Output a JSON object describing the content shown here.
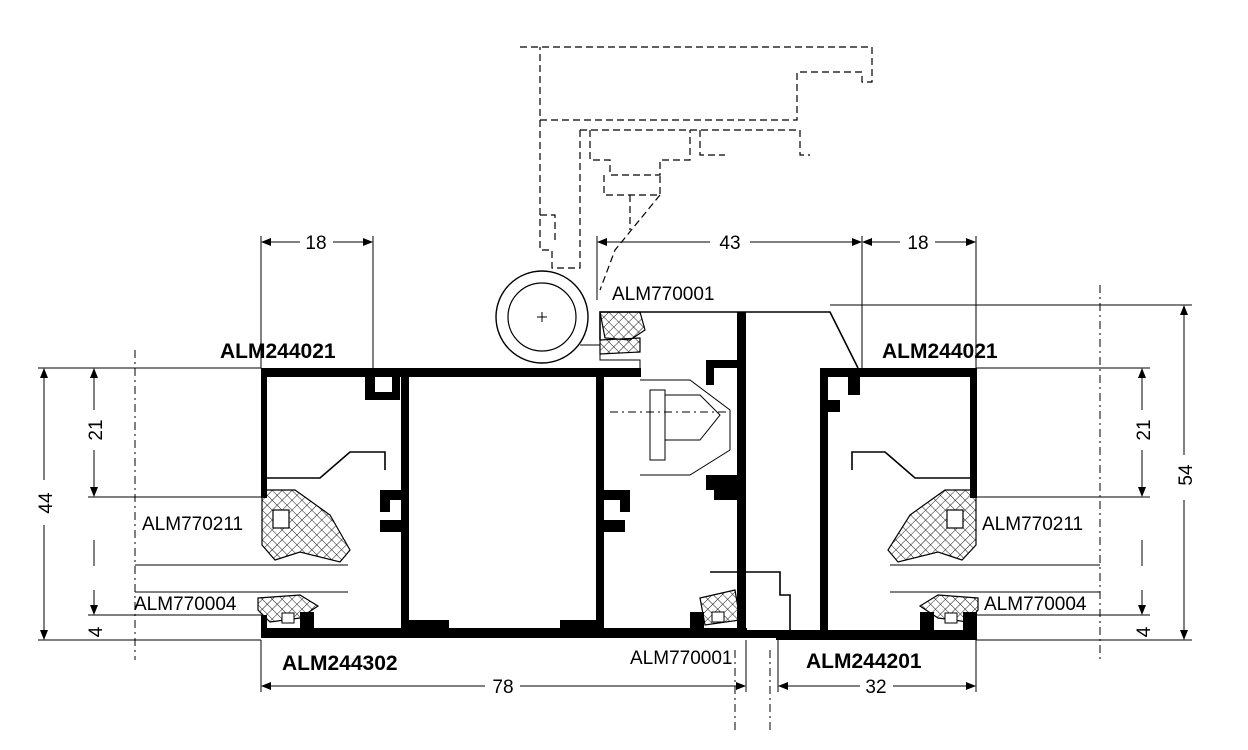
{
  "parts": {
    "profile_top_left": "ALM244021",
    "profile_top_right": "ALM244021",
    "profile_bottom_left": "ALM244302",
    "profile_bottom_right": "ALM244201",
    "seal_top": "ALM770001",
    "seal_bottom": "ALM770001",
    "gasket_left_upper": "ALM770211",
    "gasket_right_upper": "ALM770211",
    "gasket_left_lower": "ALM770004",
    "gasket_right_lower": "ALM770004"
  },
  "dimensions": {
    "top_left_width": "18",
    "top_middle_width": "43",
    "top_right_width": "18",
    "left_total_height": "44",
    "left_upper_height": "21",
    "left_lower_height": "4",
    "right_upper_height": "21",
    "right_lower_height": "4",
    "right_total_height": "54",
    "bottom_left_width": "78",
    "bottom_right_width": "32"
  }
}
